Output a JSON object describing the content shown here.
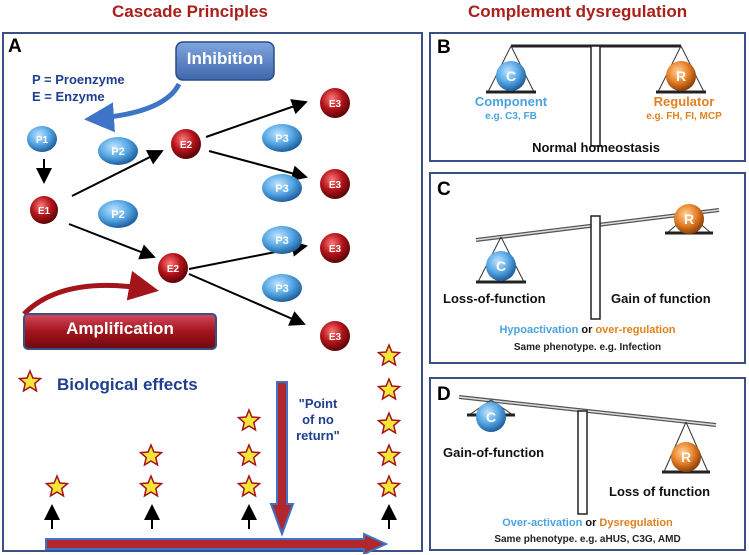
{
  "headers": {
    "left": "Cascade Principles",
    "right": "Complement dysregulation"
  },
  "panelA": {
    "label": "A",
    "inhibition": "Inhibition",
    "legend": [
      "P = Proenzyme",
      "E = Enzyme"
    ],
    "amplification": "Amplification",
    "bio_effects": "Biological effects",
    "point_no_return": [
      "\"Point",
      "of no",
      "return\""
    ],
    "nodes": {
      "P1": "P1",
      "E1": "E1",
      "P2a": "P2",
      "P2b": "P2",
      "E2a": "E2",
      "E2b": "E2",
      "P3a": "P3",
      "P3b": "P3",
      "P3c": "P3",
      "P3d": "P3",
      "E3a": "E3",
      "E3b": "E3",
      "E3c": "E3",
      "E3d": "E3"
    },
    "colors": {
      "proenzyme": "#58a9e6",
      "enzyme": "#b31319",
      "arrow_blue": "#3d74c7",
      "arrow_red": "#a3141b",
      "star": "#f3e53a"
    }
  },
  "panelB": {
    "label": "B",
    "C": "C",
    "R": "R",
    "component": "Component",
    "component_eg": "e.g. C3, FB",
    "regulator": "Regulator",
    "regulator_eg": "e.g. FH, FI, MCP",
    "caption": "Normal homeostasis"
  },
  "panelC": {
    "label": "C",
    "C": "C",
    "R": "R",
    "left": "Loss-of-function",
    "right": "Gain of function",
    "line1_a": "Hypoactivation",
    "line1_or": " or ",
    "line1_b": "over-regulation",
    "line2": "Same phenotype. e.g. Infection"
  },
  "panelD": {
    "label": "D",
    "C": "C",
    "R": "R",
    "left": "Gain-of-function",
    "right": "Loss of function",
    "line1_a": "Over-activation",
    "line1_or": " or ",
    "line1_b": "Dysregulation",
    "line2": "Same phenotype.  e.g. aHUS, C3G, AMD"
  }
}
